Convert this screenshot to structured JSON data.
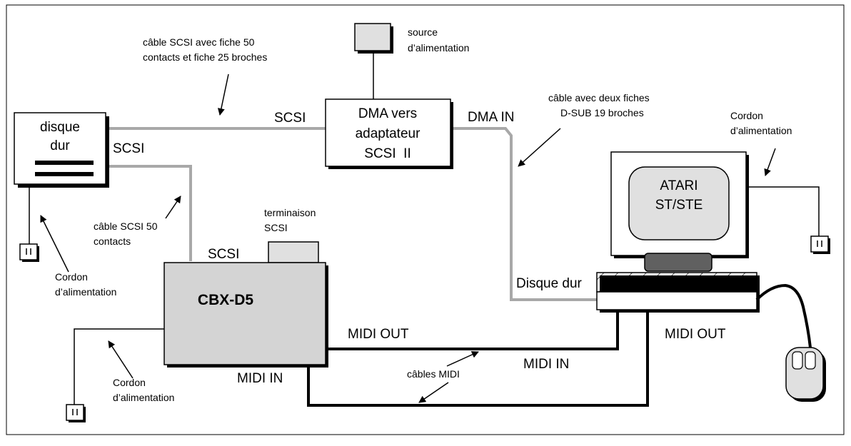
{
  "hdd": {
    "line1": "disque",
    "line2": "dur"
  },
  "dma": {
    "line1": "DMA vers",
    "line2": "adaptateur",
    "line3": "SCSI  II"
  },
  "power_source": {
    "line1": "source",
    "line2": "d’alimentation"
  },
  "cbx": {
    "label": "CBX-D5"
  },
  "terminator": {
    "line1": "terminaison",
    "line2": "SCSI"
  },
  "atari": {
    "line1": "ATARI",
    "line2": "ST/STE"
  },
  "labels": {
    "scsi_hdd_side": "SCSI",
    "scsi_dma_side": "SCSI",
    "scsi_cbx_side": "SCSI",
    "dma_in": "DMA IN",
    "disque_dur_port": "Disque dur",
    "midi_out_cbx": "MIDI OUT",
    "midi_in_cbx": "MIDI IN",
    "midi_in_atari": "MIDI IN",
    "midi_out_atari": "MIDI OUT"
  },
  "annotations": {
    "scsi_cable_long_1": "câble SCSI avec fiche 50",
    "scsi_cable_long_2": "contacts et fiche 25 broches",
    "dsub_cable_1": "câble avec deux fiches",
    "dsub_cable_2": "D-SUB 19 broches",
    "scsi_cable_short_1": "câble SCSI 50",
    "scsi_cable_short_2": "contacts",
    "power_cord_hdd_1": "Cordon",
    "power_cord_hdd_2": "d’alimentation",
    "power_cord_cbx_1": "Cordon",
    "power_cord_cbx_2": "d’alimentation",
    "power_cord_atari_1": "Cordon",
    "power_cord_atari_2": "d’alimentation",
    "midi_cables": "câbles MIDI"
  }
}
